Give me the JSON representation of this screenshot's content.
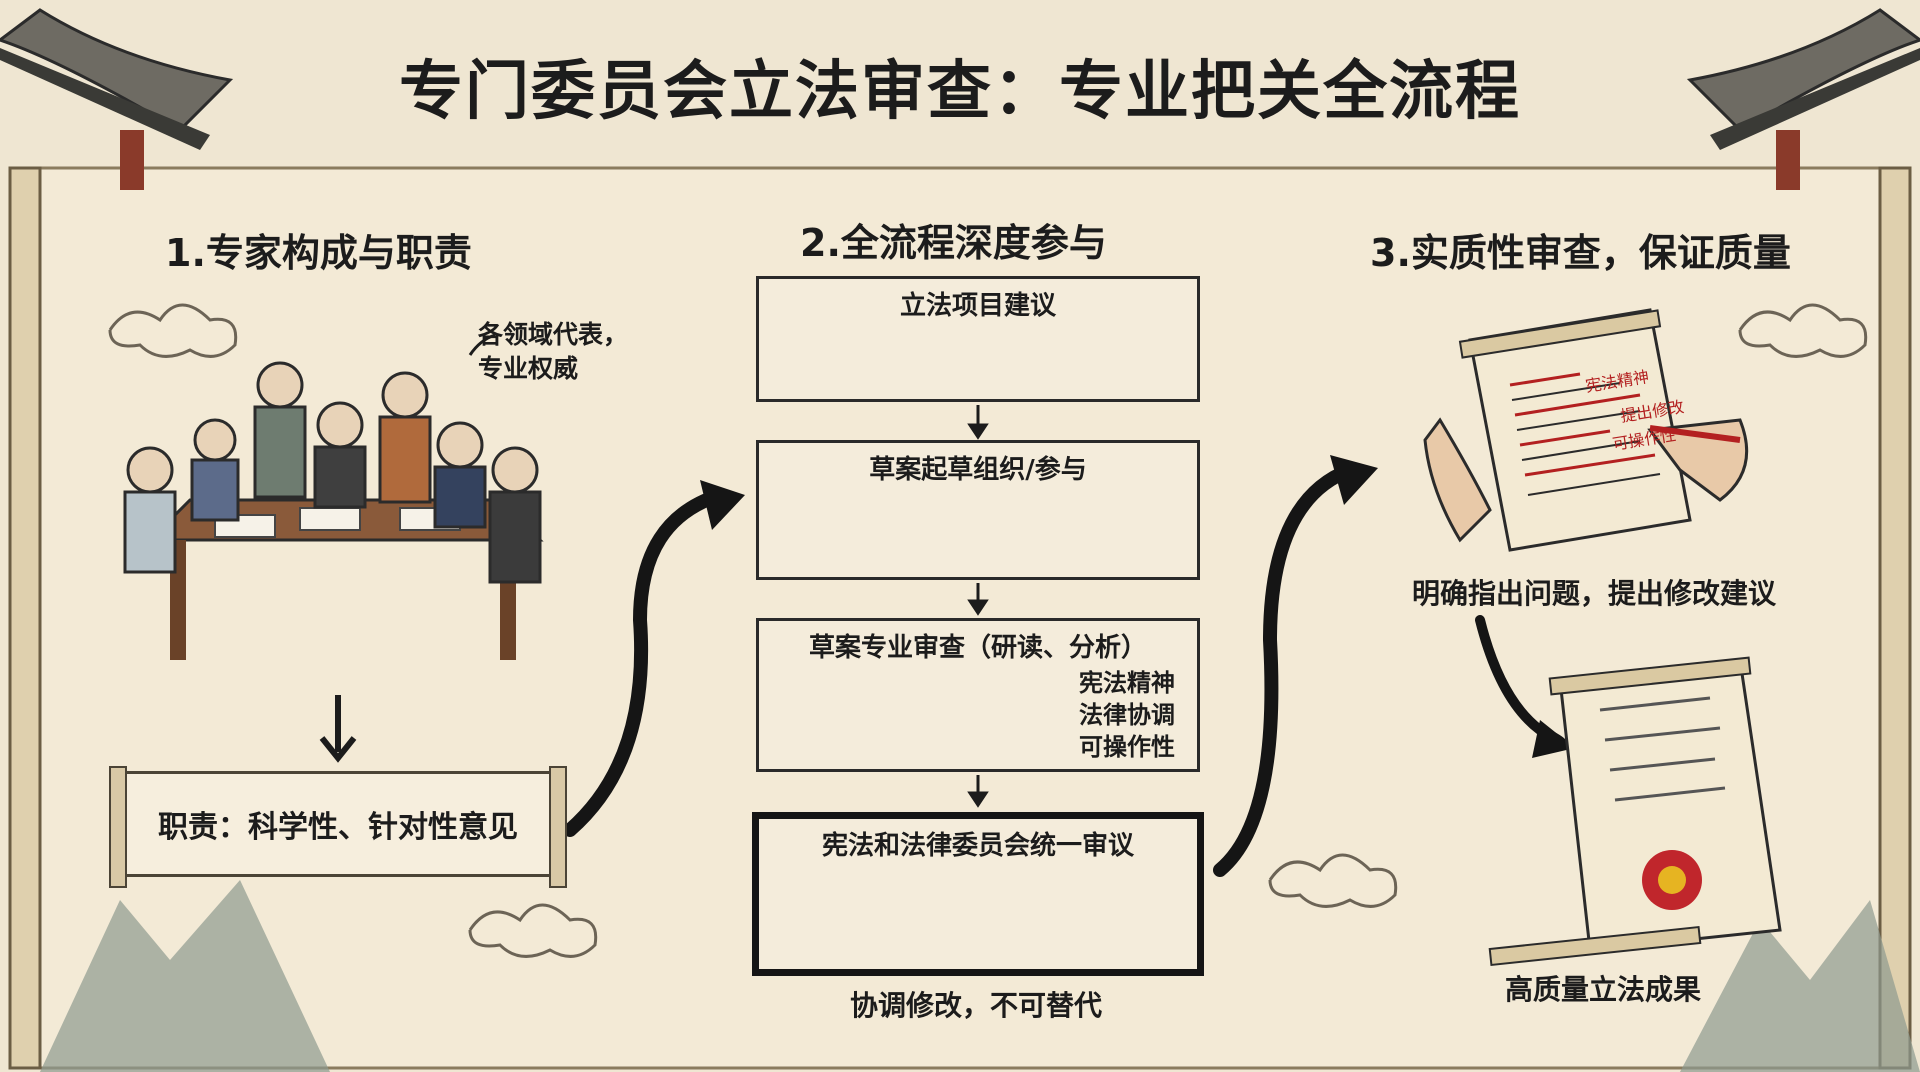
{
  "title": "专门委员会立法审查：专业把关全流程",
  "sections": [
    {
      "heading": "1.专家构成与职责"
    },
    {
      "heading": "2.全流程深度参与"
    },
    {
      "heading": "3.实质性审查，保证质量"
    }
  ],
  "section1": {
    "callout_line1": "各领域代表，",
    "callout_line2": "专业权威",
    "duty": "职责：科学性、针对性意见"
  },
  "section2": {
    "steps": [
      {
        "title": "立法项目建议"
      },
      {
        "title": "草案起草组织/参与"
      },
      {
        "title": "草案专业审查（研读、分析）",
        "notes": [
          "宪法精神",
          "法律协调",
          "可操作性"
        ]
      },
      {
        "title": "宪法和法律委员会统一审议"
      }
    ],
    "caption": "协调修改，不可替代"
  },
  "section3": {
    "caption1": "明确指出问题，提出修改建议",
    "caption2": "高质量立法成果",
    "doc_annotations": [
      "宪法精神",
      "提出修改",
      "可操作性"
    ]
  },
  "colors": {
    "paper": "#efe6d2",
    "ink": "#1c1c1c",
    "red_ink": "#b32020",
    "seal_red": "#c0262c",
    "seal_gold": "#e6b422"
  },
  "icons": [
    "roof-eave-left-icon",
    "roof-eave-right-icon",
    "cloud-icon",
    "mountain-icon",
    "arrow-down-icon",
    "brush-arrow-icon",
    "scroll-icon",
    "national-emblem-icon",
    "magnifier-icon",
    "pen-icon"
  ]
}
